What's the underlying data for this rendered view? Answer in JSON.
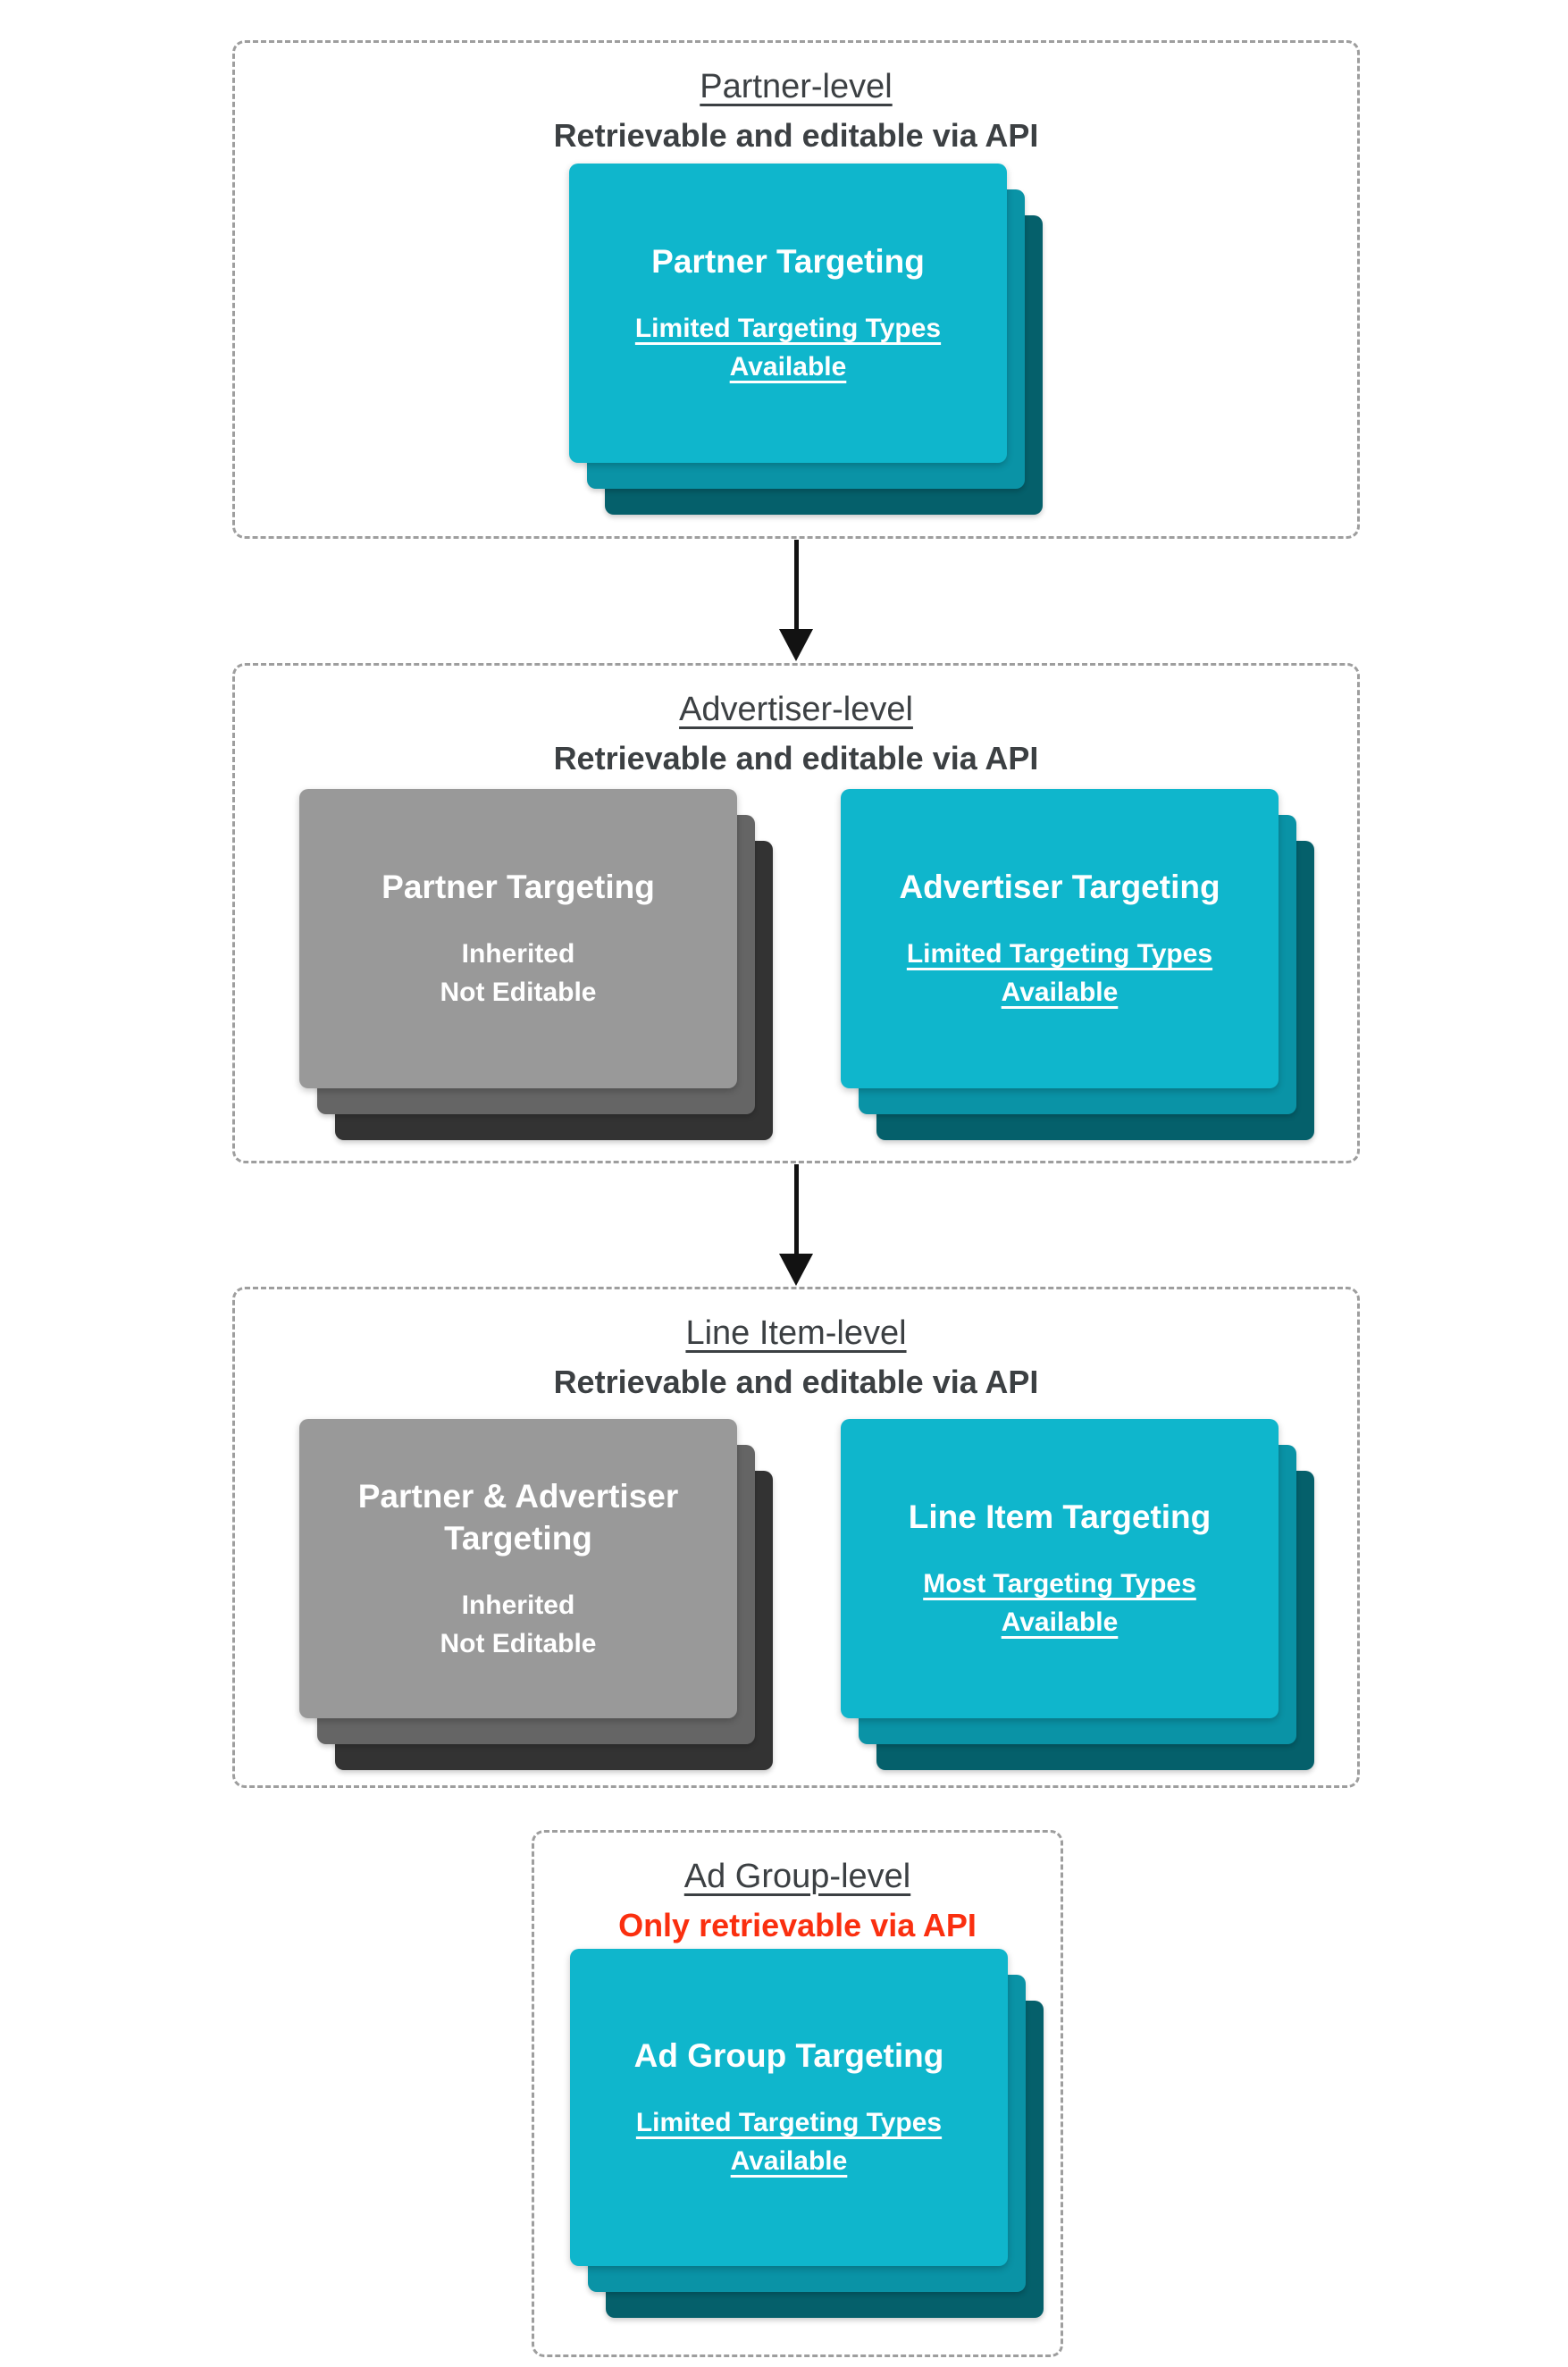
{
  "diagram": {
    "colors": {
      "teal_card_front": "#0fb6cc",
      "teal_card_mid": "#0a93a6",
      "teal_card_back": "#05606b",
      "gray_card_front": "#999999",
      "gray_card_mid": "#656565",
      "gray_card_back": "#333333",
      "heading_text": "#3c4043",
      "alert_text": "#fa2f0f",
      "card_text": "#ffffff",
      "dashed_border": "#9e9e9e",
      "arrow": "#121212"
    },
    "sections": [
      {
        "title": "Partner-level",
        "subtitle": "Retrievable and editable via API",
        "cards": [
          {
            "title_lines": [
              "Partner Targeting",
              ""
            ],
            "body_lines": [
              "Limited Targeting Types",
              "Available"
            ]
          }
        ]
      },
      {
        "title": "Advertiser-level",
        "subtitle": "Retrievable and editable via API",
        "cards": [
          {
            "title_lines": [
              "Partner Targeting",
              ""
            ],
            "body_lines": [
              "Inherited",
              "Not Editable"
            ]
          },
          {
            "title_lines": [
              "Advertiser Targeting",
              ""
            ],
            "body_lines": [
              "Limited Targeting Types",
              "Available"
            ]
          }
        ]
      },
      {
        "title": "Line Item-level",
        "subtitle": "Retrievable and editable via API",
        "cards": [
          {
            "title_lines": [
              "Partner & Advertiser",
              "Targeting"
            ],
            "body_lines": [
              "Inherited",
              "Not Editable"
            ]
          },
          {
            "title_lines": [
              "Line Item Targeting",
              ""
            ],
            "body_lines": [
              "Most Targeting Types",
              "Available"
            ]
          }
        ]
      },
      {
        "title": "Ad Group-level",
        "subtitle": "Only retrievable via API",
        "cards": [
          {
            "title_lines": [
              "Ad Group Targeting",
              ""
            ],
            "body_lines": [
              "Limited Targeting Types",
              "Available"
            ]
          }
        ]
      }
    ]
  }
}
